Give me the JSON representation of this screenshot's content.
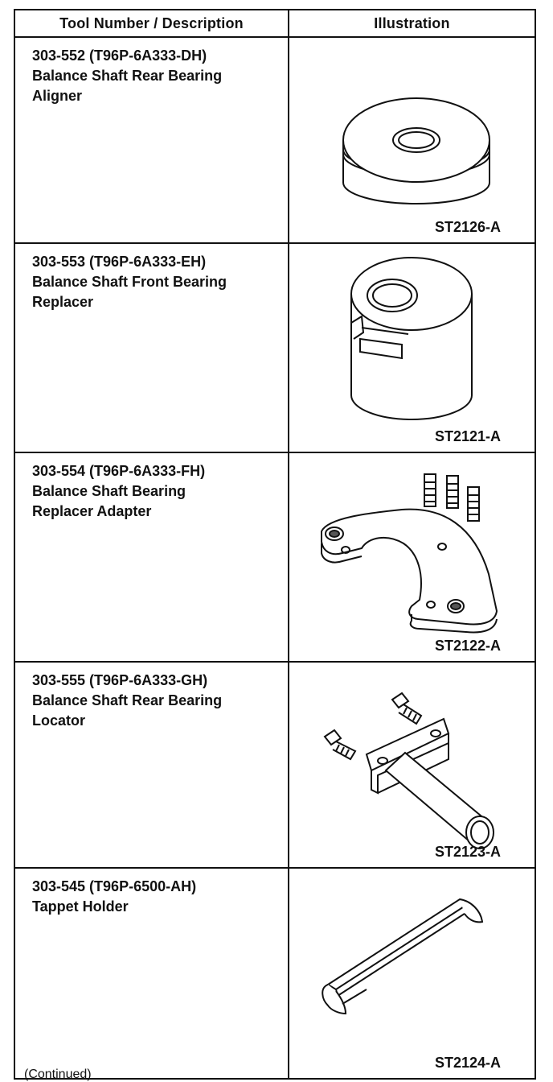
{
  "table": {
    "header": {
      "col1": "Tool Number / Description",
      "col2": "Illustration"
    },
    "rows": [
      {
        "lines": [
          "303-552 (T96P-6A333-DH)",
          "Balance Shaft Rear Bearing",
          "Aligner"
        ],
        "code": "ST2126-A",
        "icon": "bearing-aligner-icon"
      },
      {
        "lines": [
          "303-553 (T96P-6A333-EH)",
          "Balance Shaft Front Bearing",
          "Replacer"
        ],
        "code": "ST2121-A",
        "icon": "bearing-replacer-icon"
      },
      {
        "lines": [
          "303-554 (T96P-6A333-FH)",
          "Balance Shaft Bearing",
          "Replacer Adapter"
        ],
        "code": "ST2122-A",
        "icon": "replacer-adapter-icon"
      },
      {
        "lines": [
          "303-555 (T96P-6A333-GH)",
          "Balance Shaft Rear Bearing",
          "Locator"
        ],
        "code": "ST2123-A",
        "icon": "bearing-locator-icon"
      },
      {
        "lines": [
          "303-545 (T96P-6500-AH)",
          "Tappet Holder"
        ],
        "code": "ST2124-A",
        "icon": "tappet-holder-icon"
      }
    ]
  },
  "footer": {
    "continued": "(Continued)"
  }
}
